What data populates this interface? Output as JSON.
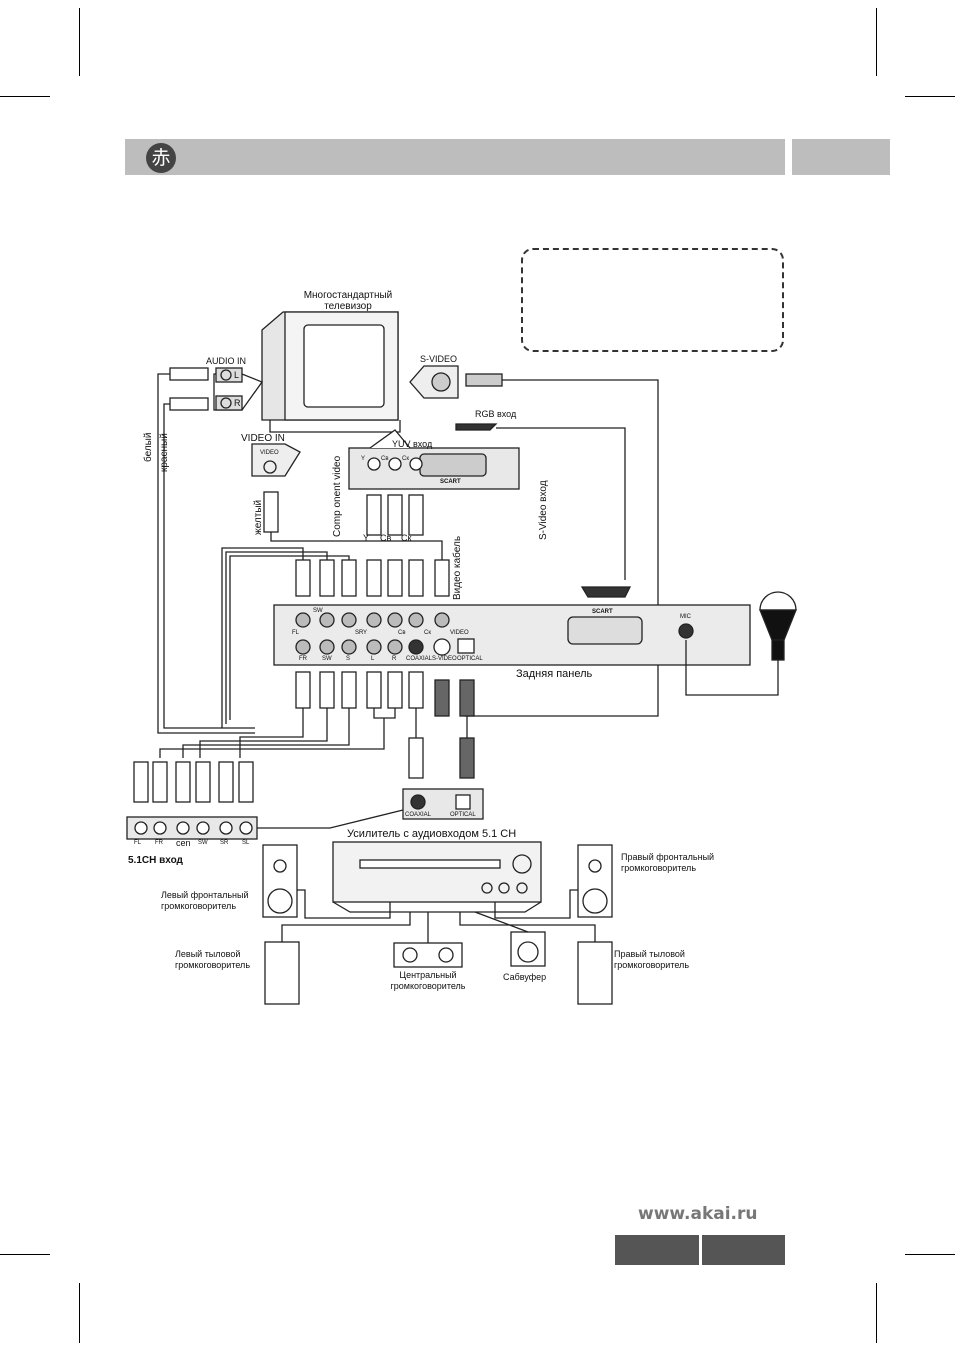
{
  "header": {
    "logo_glyph": "赤"
  },
  "tv": {
    "title_line1": "Многостандартный",
    "title_line2": "телевизор",
    "audio_in": "AUDIO IN",
    "l": "L",
    "r": "R",
    "svideo": "S-VIDEO",
    "video_in": "VIDEO  IN",
    "video": "VIDEO"
  },
  "yuv_panel": {
    "rgb": "RGB вход",
    "yuv": "YUV вход",
    "y": "Y",
    "cb": "Cв",
    "cr": "Cк",
    "scart": "SCART"
  },
  "cables": {
    "white": "белый",
    "red": "красный",
    "yellow": "желтый",
    "component": "Comp onent video",
    "video_cable": "Видео кабель",
    "svideo_in": "S-Video вход",
    "y": "Y",
    "cb": "Cв",
    "cr": "Cк"
  },
  "rear": {
    "title": "Задняя панель",
    "scart": "SCART",
    "mic": "MIC",
    "top_labels": [
      "FL",
      "SW",
      "SR",
      "Y",
      "Cв",
      "Cк",
      "VIDEO"
    ],
    "bottom_labels": [
      "FR",
      "SW",
      "S",
      "L",
      "R",
      "COAXIAL",
      "S-VIDEO",
      "OPTICAL"
    ]
  },
  "digital": {
    "coaxial": "COAXIAL",
    "optical": "OPTICAL"
  },
  "ch51": {
    "labels": [
      "FL",
      "FR",
      "cen",
      "SW",
      "SR",
      "SL"
    ],
    "title": "5.1CH вход"
  },
  "amp": {
    "title": "Усилитель с аудиовходом 5.1 CH"
  },
  "speakers": {
    "front_left": [
      "Левый фронтальный",
      "громкоговоритель"
    ],
    "front_right": [
      "Правый фронтальный",
      "громкоговоритель"
    ],
    "rear_left": [
      "Левый тыловой",
      "громкоговоритель"
    ],
    "rear_right": [
      "Правый тыловой",
      "громкоговоритель"
    ],
    "center": [
      "Центральный",
      "громкоговоритель"
    ],
    "sub": "Сабвуфер"
  },
  "footer": {
    "url": "www.akai.ru"
  }
}
